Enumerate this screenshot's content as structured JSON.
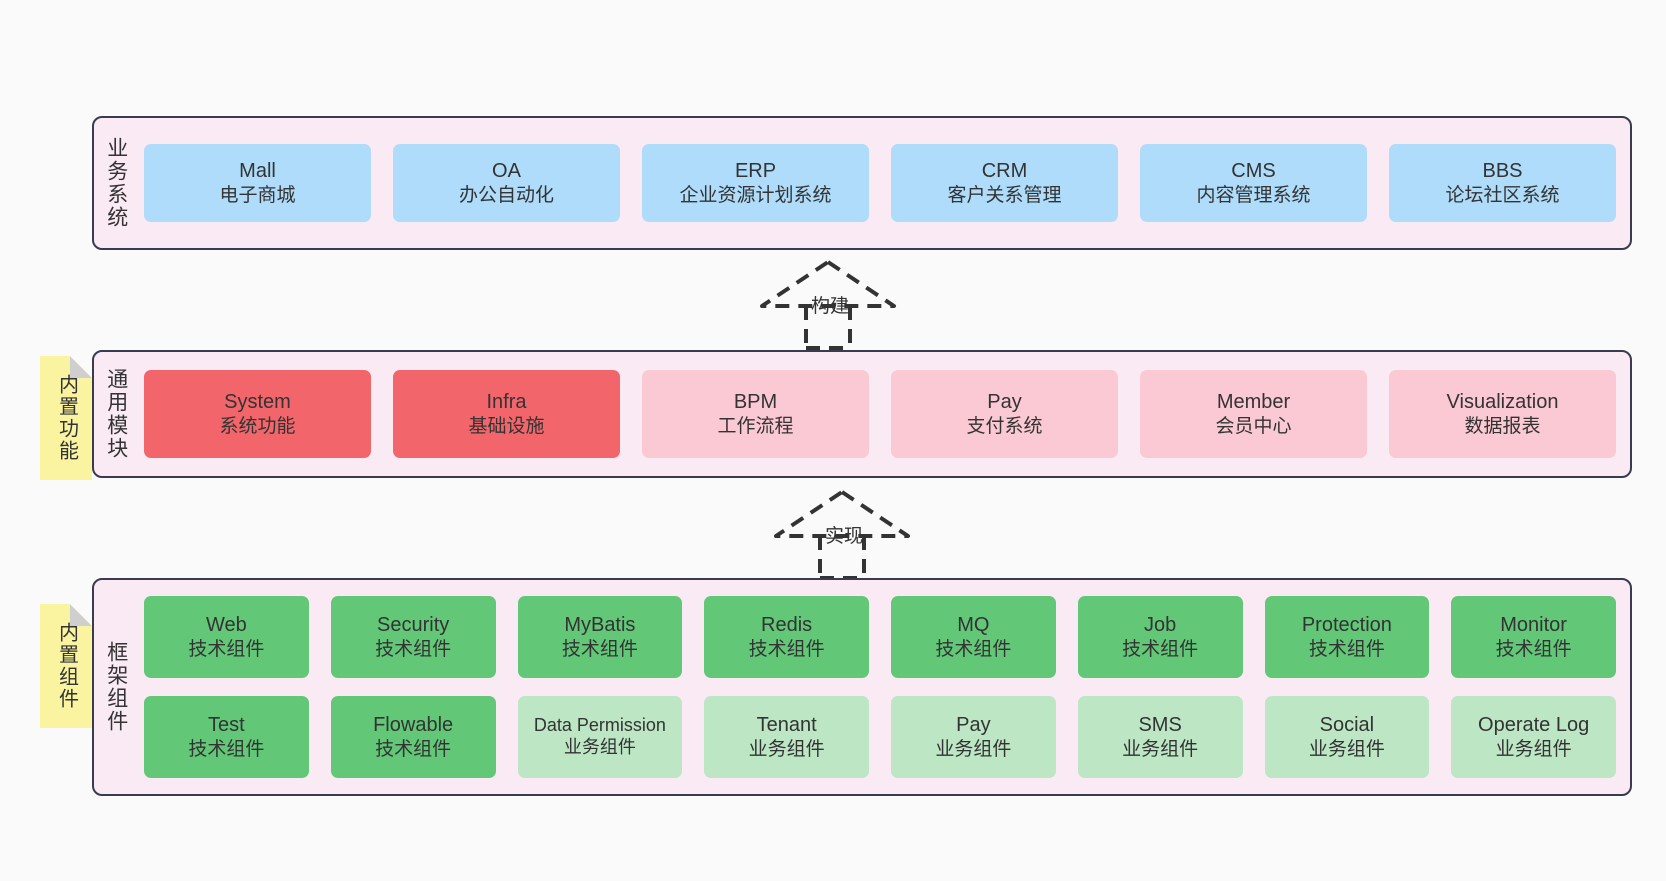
{
  "diagram": {
    "background": "#fafafa",
    "panel_fill": "#FAEAF4",
    "panel_border": "#3b3b4f",
    "note_fill": "#FAF4A0"
  },
  "layers": [
    {
      "key": "business",
      "title": "业务系统",
      "note": null,
      "rows": [
        {
          "boxes": [
            {
              "name": "mall",
              "t1": "Mall",
              "t2": "电子商城",
              "color": "#AEDCFA",
              "style": "box-blue"
            },
            {
              "name": "oa",
              "t1": "OA",
              "t2": "办公自动化",
              "color": "#AEDCFA",
              "style": "box-blue"
            },
            {
              "name": "erp",
              "t1": "ERP",
              "t2": "企业资源计划系统",
              "color": "#AEDCFA",
              "style": "box-blue"
            },
            {
              "name": "crm",
              "t1": "CRM",
              "t2": "客户关系管理",
              "color": "#AEDCFA",
              "style": "box-blue"
            },
            {
              "name": "cms",
              "t1": "CMS",
              "t2": "内容管理系统",
              "color": "#AEDCFA",
              "style": "box-blue"
            },
            {
              "name": "bbs",
              "t1": "BBS",
              "t2": "论坛社区系统",
              "color": "#AEDCFA",
              "style": "box-blue"
            }
          ]
        }
      ]
    },
    {
      "key": "modules",
      "title": "通用模块",
      "note": "内置功能",
      "rows": [
        {
          "boxes": [
            {
              "name": "system",
              "t1": "System",
              "t2": "系统功能",
              "color": "#F2666B",
              "style": "box-red"
            },
            {
              "name": "infra",
              "t1": "Infra",
              "t2": "基础设施",
              "color": "#F2666B",
              "style": "box-red"
            },
            {
              "name": "bpm",
              "t1": "BPM",
              "t2": "工作流程",
              "color": "#FBC9D3",
              "style": "box-pink"
            },
            {
              "name": "pay",
              "t1": "Pay",
              "t2": "支付系统",
              "color": "#FBC9D3",
              "style": "box-pink"
            },
            {
              "name": "member",
              "t1": "Member",
              "t2": "会员中心",
              "color": "#FBC9D3",
              "style": "box-pink"
            },
            {
              "name": "visualization",
              "t1": "Visualization",
              "t2": "数据报表",
              "color": "#FBC9D3",
              "style": "box-pink"
            }
          ]
        }
      ]
    },
    {
      "key": "framework",
      "title": "框架组件",
      "note": "内置组件",
      "rows": [
        {
          "boxes": [
            {
              "name": "web",
              "t1": "Web",
              "t2": "技术组件",
              "color": "#62C878",
              "style": "box-green"
            },
            {
              "name": "security",
              "t1": "Security",
              "t2": "技术组件",
              "color": "#62C878",
              "style": "box-green"
            },
            {
              "name": "mybatis",
              "t1": "MyBatis",
              "t2": "技术组件",
              "color": "#62C878",
              "style": "box-green"
            },
            {
              "name": "redis",
              "t1": "Redis",
              "t2": "技术组件",
              "color": "#62C878",
              "style": "box-green"
            },
            {
              "name": "mq",
              "t1": "MQ",
              "t2": "技术组件",
              "color": "#62C878",
              "style": "box-green"
            },
            {
              "name": "job",
              "t1": "Job",
              "t2": "技术组件",
              "color": "#62C878",
              "style": "box-green"
            },
            {
              "name": "protection",
              "t1": "Protection",
              "t2": "技术组件",
              "color": "#62C878",
              "style": "box-green"
            },
            {
              "name": "monitor",
              "t1": "Monitor",
              "t2": "技术组件",
              "color": "#62C878",
              "style": "box-green"
            }
          ]
        },
        {
          "boxes": [
            {
              "name": "test",
              "t1": "Test",
              "t2": "技术组件",
              "color": "#62C878",
              "style": "box-green"
            },
            {
              "name": "flowable",
              "t1": "Flowable",
              "t2": "技术组件",
              "color": "#62C878",
              "style": "box-green"
            },
            {
              "name": "data-permission",
              "t1": "Data Permission",
              "t2": "业务组件",
              "color": "#BCE6C4",
              "style": "box-lightgreen small"
            },
            {
              "name": "tenant",
              "t1": "Tenant",
              "t2": "业务组件",
              "color": "#BCE6C4",
              "style": "box-lightgreen"
            },
            {
              "name": "pay-component",
              "t1": "Pay",
              "t2": "业务组件",
              "color": "#BCE6C4",
              "style": "box-lightgreen"
            },
            {
              "name": "sms",
              "t1": "SMS",
              "t2": "业务组件",
              "color": "#BCE6C4",
              "style": "box-lightgreen"
            },
            {
              "name": "social",
              "t1": "Social",
              "t2": "业务组件",
              "color": "#BCE6C4",
              "style": "box-lightgreen"
            },
            {
              "name": "operate-log",
              "t1": "Operate Log",
              "t2": "业务组件",
              "color": "#BCE6C4",
              "style": "box-lightgreen"
            }
          ]
        }
      ]
    }
  ],
  "connectors": [
    {
      "key": "build",
      "label": "构建",
      "from": "modules",
      "to": "business"
    },
    {
      "key": "implement",
      "label": "实现",
      "from": "framework",
      "to": "modules"
    }
  ]
}
